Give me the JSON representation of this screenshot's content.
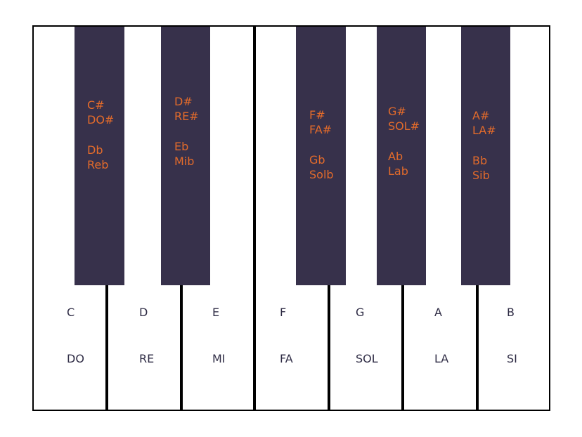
{
  "colors": {
    "black_key": "#37314b",
    "accidental_text": "#e36b2b",
    "natural_text": "#2f2c45",
    "outline": "#000000"
  },
  "white_keys": [
    {
      "en": "C",
      "solfege": "DO"
    },
    {
      "en": "D",
      "solfege": "RE"
    },
    {
      "en": "E",
      "solfege": "MI"
    },
    {
      "en": "F",
      "solfege": "FA"
    },
    {
      "en": "G",
      "solfege": "SOL"
    },
    {
      "en": "A",
      "solfege": "LA"
    },
    {
      "en": "B",
      "solfege": "SI"
    }
  ],
  "black_keys": [
    {
      "sharp_en": "C#",
      "sharp_solfege": "DO#",
      "flat_en": "Db",
      "flat_solfege": "Reb"
    },
    {
      "sharp_en": "D#",
      "sharp_solfege": "RE#",
      "flat_en": "Eb",
      "flat_solfege": "Mib"
    },
    {
      "sharp_en": "F#",
      "sharp_solfege": "FA#",
      "flat_en": "Gb",
      "flat_solfege": "Solb"
    },
    {
      "sharp_en": "G#",
      "sharp_solfege": "SOL#",
      "flat_en": "Ab",
      "flat_solfege": "Lab"
    },
    {
      "sharp_en": "A#",
      "sharp_solfege": "LA#",
      "flat_en": "Bb",
      "flat_solfege": "Sib"
    }
  ]
}
